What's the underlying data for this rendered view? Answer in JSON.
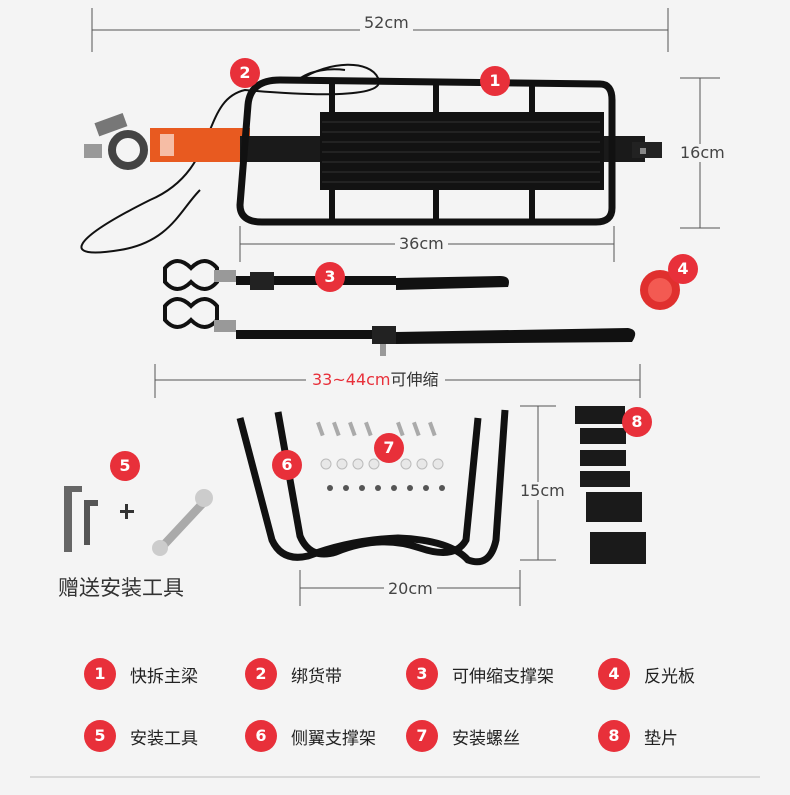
{
  "dimensions": {
    "rack_length": "52cm",
    "rack_height": "16cm",
    "platform_length": "36cm",
    "strut_range": "33~44cm",
    "strut_suffix": "可伸缩",
    "side_height": "15cm",
    "side_width": "20cm"
  },
  "badges": [
    "1",
    "2",
    "3",
    "4",
    "5",
    "6",
    "7",
    "8"
  ],
  "gift_label": "赠送安装工具",
  "plus_sign": "+",
  "legend": [
    {
      "num": "1",
      "label": "快拆主梁"
    },
    {
      "num": "2",
      "label": "绑货带"
    },
    {
      "num": "3",
      "label": "可伸缩支撑架"
    },
    {
      "num": "4",
      "label": "反光板"
    },
    {
      "num": "5",
      "label": "安装工具"
    },
    {
      "num": "6",
      "label": "侧翼支撑架"
    },
    {
      "num": "7",
      "label": "安装螺丝"
    },
    {
      "num": "8",
      "label": "垫片"
    }
  ],
  "colors": {
    "accent": "#e8303a",
    "frame": "#111111",
    "tag": "#e85a20"
  }
}
